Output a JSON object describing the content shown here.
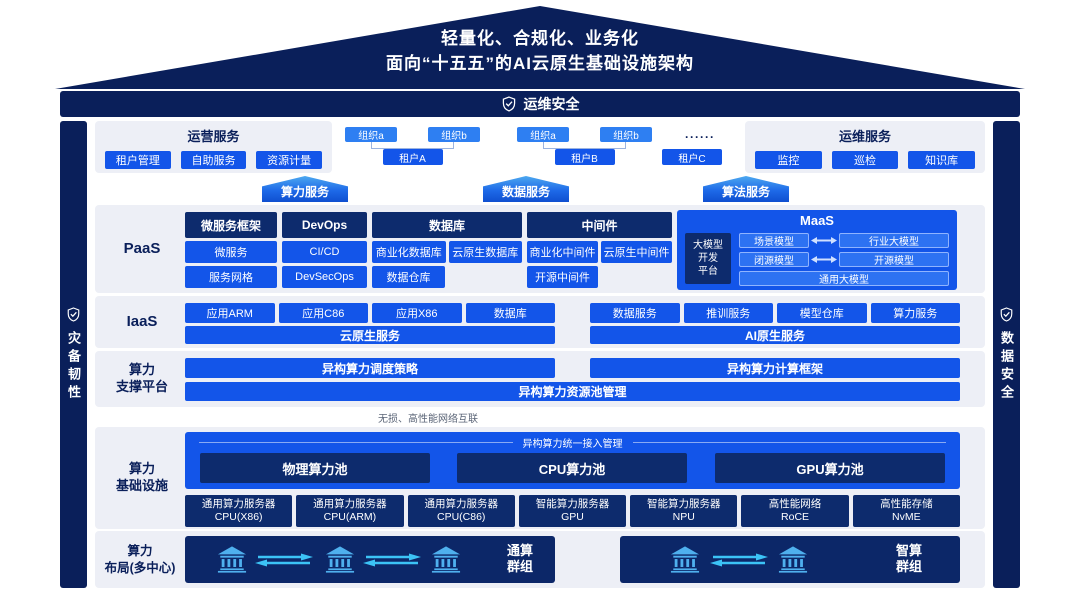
{
  "roof": {
    "line1": "轻量化、合规化、业务化",
    "line2": "面向“十五五”的AI云原生基础设施架构"
  },
  "top_bar": {
    "label": "运维安全"
  },
  "side_bars": {
    "left": "灾备韧性",
    "right": "数据安全"
  },
  "services": {
    "operation": {
      "title": "运营服务",
      "chips": [
        "租户管理",
        "自助服务",
        "资源计量"
      ]
    },
    "tenants": {
      "groups": [
        {
          "orgs": [
            "组织a",
            "组织b"
          ],
          "tenant": "租户A"
        },
        {
          "orgs": [
            "组织a",
            "组织b"
          ],
          "tenant": "租户B"
        }
      ],
      "dots": "······",
      "tenant_c": "租户C"
    },
    "maintenance": {
      "title": "运维服务",
      "chips": [
        "监控",
        "巡检",
        "知识库"
      ]
    }
  },
  "service_arrows": [
    "算力服务",
    "数据服务",
    "算法服务"
  ],
  "paas": {
    "label": "PaaS",
    "blocks": [
      {
        "title": "微服务框架",
        "chips": [
          "微服务",
          "服务网格"
        ]
      },
      {
        "title": "DevOps",
        "chips": [
          "CI/CD",
          "DevSecOps"
        ]
      },
      {
        "title": "数据库",
        "chips": [
          "商业化数据库",
          "云原生数据库",
          "数据仓库"
        ]
      },
      {
        "title": "中间件",
        "chips": [
          "商业化中间件",
          "云原生中间件",
          "开源中间件"
        ]
      }
    ],
    "maas": {
      "title": "MaaS",
      "platform_lines": [
        "大模型",
        "开发",
        "平台"
      ],
      "models": {
        "scene": "场景模型",
        "industry": "行业大模型",
        "closed": "闭源模型",
        "open": "开源模型",
        "general": "通用大模型"
      }
    }
  },
  "iaas": {
    "label": "IaaS",
    "left_chips": [
      "应用ARM",
      "应用C86",
      "应用X86",
      "数据库"
    ],
    "left_bar": "云原生服务",
    "right_chips": [
      "数据服务",
      "推训服务",
      "模型仓库",
      "算力服务"
    ],
    "right_bar": "AI原生服务"
  },
  "support": {
    "label_line1": "算力",
    "label_line2": "支撑平台",
    "top_bars": [
      "异构算力调度策略",
      "异构算力计算框架"
    ],
    "bottom_bar": "异构算力资源池管理"
  },
  "interconnect": {
    "label": "无损、高性能网络互联"
  },
  "infra": {
    "label_line1": "算力",
    "label_line2": "基础设施",
    "access_title": "异构算力统一接入管理",
    "pools": [
      "物理算力池",
      "CPU算力池",
      "GPU算力池"
    ],
    "servers": [
      {
        "line1": "通用算力服务器",
        "line2": "CPU(X86)"
      },
      {
        "line1": "通用算力服务器",
        "line2": "CPU(ARM)"
      },
      {
        "line1": "通用算力服务器",
        "line2": "CPU(C86)"
      },
      {
        "line1": "智能算力服务器",
        "line2": "GPU"
      },
      {
        "line1": "智能算力服务器",
        "line2": "NPU"
      },
      {
        "line1": "高性能网络",
        "line2": "RoCE"
      },
      {
        "line1": "高性能存储",
        "line2": "NvME"
      }
    ]
  },
  "compute_layout": {
    "label_line1": "算力",
    "label_line2": "布局(多中心)",
    "left_group": {
      "label_line1": "通算",
      "label_line2": "群组"
    },
    "right_group": {
      "label_line1": "智算",
      "label_line2": "群组"
    }
  },
  "colors": {
    "navy": "#0a1f5a",
    "box_navy": "#0d2b6d",
    "blue": "#1355e9",
    "chip_light": "#2e7ff2",
    "cyan": "#3cc3f6",
    "panel": "#edeff6"
  }
}
